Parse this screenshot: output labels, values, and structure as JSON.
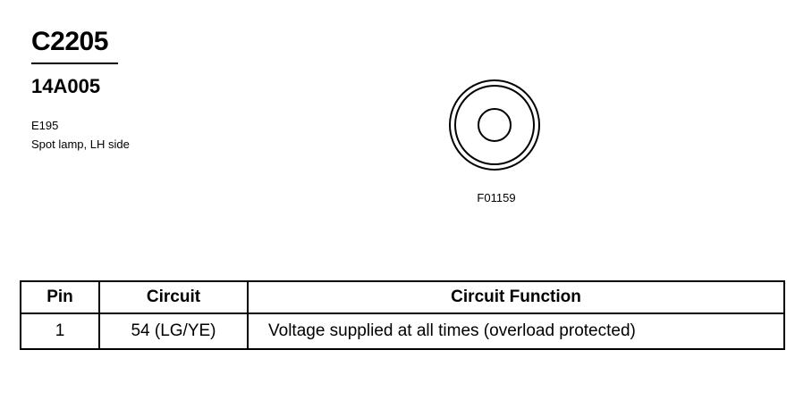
{
  "connector": {
    "id": "C2205",
    "part_number": "14A005",
    "location_code": "E195",
    "location_desc": "Spot lamp, LH side"
  },
  "figure": {
    "code": "F01159"
  },
  "table": {
    "headers": [
      "Pin",
      "Circuit",
      "Circuit Function"
    ],
    "rows": [
      {
        "pin": "1",
        "circuit": "54 (LG/YE)",
        "function": "Voltage supplied at all times (overload protected)"
      }
    ]
  }
}
